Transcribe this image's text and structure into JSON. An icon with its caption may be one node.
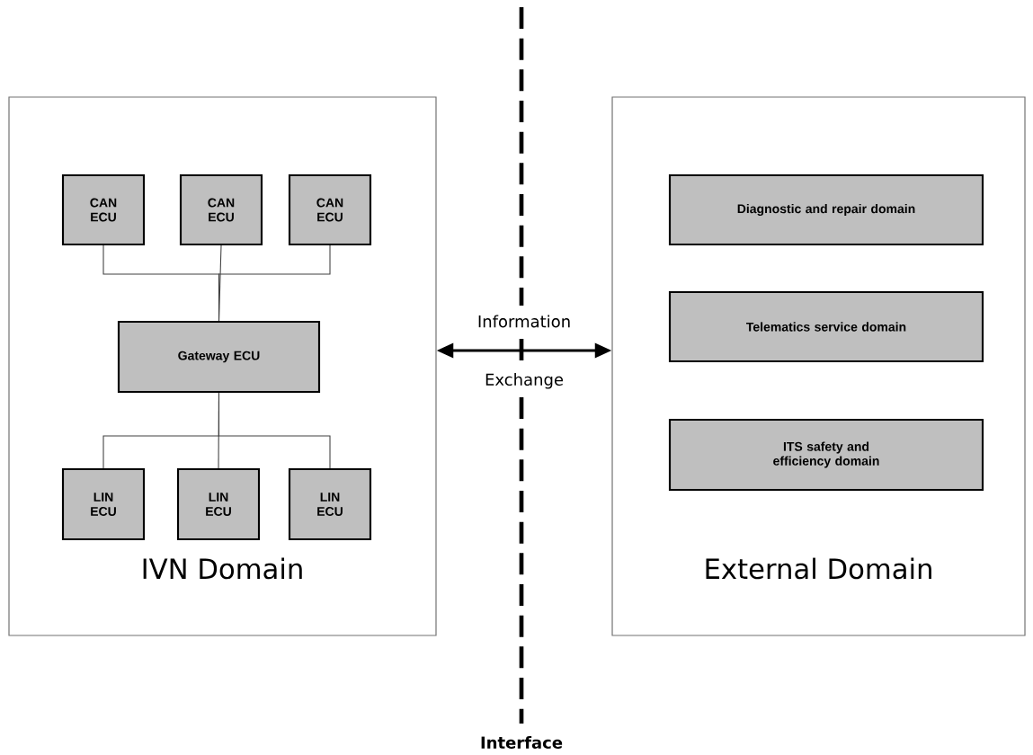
{
  "diagram": {
    "nodes": [
      {
        "text": [
          "IVN Domain"
        ]
      },
      {
        "text": [
          "CAN ECU"
        ],
        "in": 0
      },
      {
        "text": [
          "CAN ECU"
        ],
        "in": 0
      },
      {
        "text": [
          "CAN ECU"
        ],
        "in": 0
      },
      {
        "text": [
          "Gateway ECU"
        ],
        "in": 0
      },
      {
        "text": [
          "LIN ECU"
        ],
        "in": 0
      },
      {
        "text": [
          "LIN ECU"
        ],
        "in": 0
      },
      {
        "text": [
          "LIN ECU"
        ],
        "in": 0
      },
      {
        "text": [
          "External Domain"
        ]
      },
      {
        "text": [
          "Diagnostic and repair domain"
        ],
        "in": 8
      },
      {
        "text": [
          "Telematics service domain"
        ],
        "in": 8
      },
      {
        "text": [
          "ITS safety and efficiency domain"
        ],
        "in": 8
      }
    ],
    "edges": [
      {
        "from": 1,
        "to": 4,
        "arrow": "none"
      },
      {
        "from": 2,
        "to": 4,
        "arrow": "none"
      },
      {
        "from": 3,
        "to": 4,
        "arrow": "none"
      },
      {
        "from": 4,
        "to": 5,
        "arrow": "none"
      },
      {
        "from": 4,
        "to": 6,
        "arrow": "none"
      },
      {
        "from": 4,
        "to": 7,
        "arrow": "none"
      },
      {
        "from": 0,
        "to": 8,
        "arrow": "both",
        "style": "thick",
        "label": "Information Exchange"
      }
    ],
    "labels": [
      "Interface"
    ]
  }
}
